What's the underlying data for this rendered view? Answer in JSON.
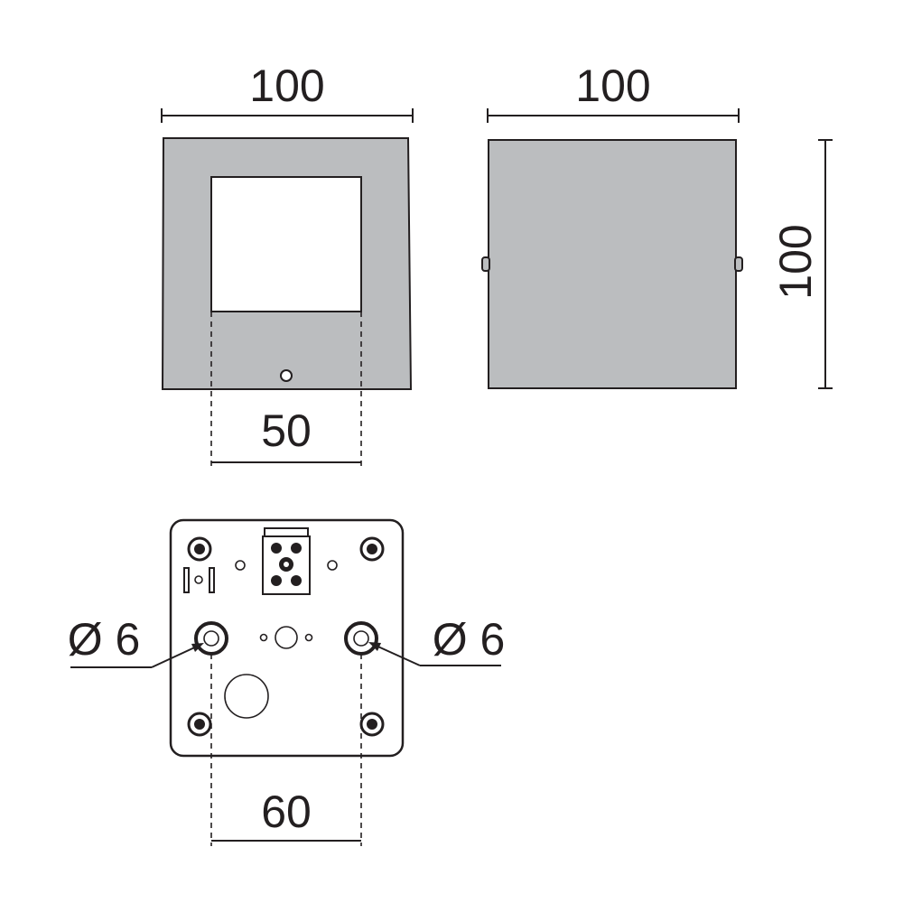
{
  "colors": {
    "housing": "#bbbdbf",
    "window": "#ffffff",
    "plate": "#ffffff",
    "ink": "#231f20"
  },
  "front_view": {
    "width_label": "100",
    "window_width_label": "50"
  },
  "side_view": {
    "width_label": "100",
    "height_label": "100"
  },
  "back_plate": {
    "left_hole_label": "Ø 6",
    "right_hole_label": "Ø 6",
    "hole_spacing_label": "60"
  }
}
